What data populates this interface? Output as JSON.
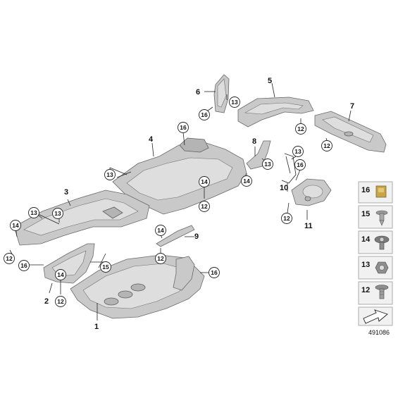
{
  "parts": {
    "p1": "1",
    "p2": "2",
    "p3": "3",
    "p4": "4",
    "p5": "5",
    "p6": "6",
    "p7": "7",
    "p8": "8",
    "p9": "9",
    "p10": "10",
    "p11": "11"
  },
  "callouts": {
    "c12": "12",
    "c13": "13",
    "c14": "14",
    "c15": "15",
    "c16": "16"
  },
  "legend": {
    "items": [
      "16",
      "15",
      "14",
      "13",
      "12"
    ]
  },
  "reference_number": "491086"
}
